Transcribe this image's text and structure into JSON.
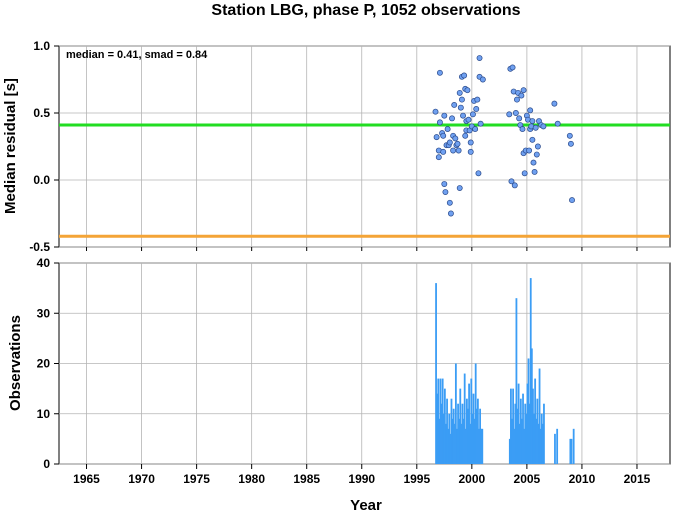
{
  "title": "Station LBG, phase P, 1052 observations",
  "colors": {
    "median": "#22dd22",
    "reference": "#f4a436",
    "points": "#6fa0f0",
    "bars": "#3b9df5"
  },
  "chart_data": [
    {
      "type": "scatter",
      "ylabel": "Median residual [s]",
      "annotation": "median = 0.41, smad = 0.84",
      "xlim": [
        1962.5,
        2018
      ],
      "ylim": [
        -0.5,
        1.0
      ],
      "yticks": [
        "1.0",
        "0.5",
        "0.0",
        "-0.5"
      ],
      "grid": true,
      "hlines": [
        {
          "y": 0.41,
          "color": "#22dd22"
        },
        {
          "y": -0.42,
          "color": "#f4a436"
        }
      ],
      "points": [
        [
          1996.7,
          0.51
        ],
        [
          1996.8,
          0.32
        ],
        [
          1997.0,
          0.22
        ],
        [
          1997.0,
          0.17
        ],
        [
          1997.1,
          0.8
        ],
        [
          1997.1,
          0.43
        ],
        [
          1997.3,
          0.35
        ],
        [
          1997.4,
          0.33
        ],
        [
          1997.4,
          0.21
        ],
        [
          1997.5,
          -0.03
        ],
        [
          1997.5,
          0.48
        ],
        [
          1997.6,
          -0.09
        ],
        [
          1997.7,
          0.26
        ],
        [
          1997.8,
          0.38
        ],
        [
          1997.9,
          0.26
        ],
        [
          1998.0,
          0.28
        ],
        [
          1998.0,
          -0.17
        ],
        [
          1998.1,
          -0.25
        ],
        [
          1998.2,
          0.46
        ],
        [
          1998.3,
          0.33
        ],
        [
          1998.3,
          0.22
        ],
        [
          1998.4,
          0.56
        ],
        [
          1998.5,
          0.31
        ],
        [
          1998.6,
          0.26
        ],
        [
          1998.7,
          0.27
        ],
        [
          1998.8,
          0.22
        ],
        [
          1998.9,
          -0.06
        ],
        [
          1998.9,
          0.65
        ],
        [
          1999.0,
          0.54
        ],
        [
          1999.1,
          0.6
        ],
        [
          1999.1,
          0.77
        ],
        [
          1999.2,
          0.48
        ],
        [
          1999.3,
          0.78
        ],
        [
          1999.4,
          0.33
        ],
        [
          1999.4,
          0.68
        ],
        [
          1999.5,
          0.44
        ],
        [
          1999.5,
          0.37
        ],
        [
          1999.6,
          0.67
        ],
        [
          1999.7,
          0.45
        ],
        [
          1999.8,
          0.37
        ],
        [
          1999.9,
          0.28
        ],
        [
          1999.9,
          0.21
        ],
        [
          2000.0,
          0.4
        ],
        [
          2000.1,
          0.49
        ],
        [
          2000.2,
          0.59
        ],
        [
          2000.3,
          0.38
        ],
        [
          2000.4,
          0.53
        ],
        [
          2000.5,
          0.6
        ],
        [
          2000.6,
          0.05
        ],
        [
          2000.7,
          0.77
        ],
        [
          2000.7,
          0.91
        ],
        [
          2000.8,
          0.42
        ],
        [
          2001.0,
          0.75
        ],
        [
          2003.4,
          0.49
        ],
        [
          2003.5,
          0.83
        ],
        [
          2003.6,
          -0.01
        ],
        [
          2003.7,
          0.84
        ],
        [
          2003.8,
          0.66
        ],
        [
          2003.9,
          -0.04
        ],
        [
          2004.0,
          0.5
        ],
        [
          2004.1,
          0.6
        ],
        [
          2004.2,
          0.65
        ],
        [
          2004.3,
          0.46
        ],
        [
          2004.4,
          0.41
        ],
        [
          2004.5,
          0.63
        ],
        [
          2004.6,
          0.38
        ],
        [
          2004.7,
          0.67
        ],
        [
          2004.7,
          0.2
        ],
        [
          2004.8,
          0.05
        ],
        [
          2004.9,
          0.22
        ],
        [
          2005.0,
          0.48
        ],
        [
          2005.1,
          0.45
        ],
        [
          2005.2,
          0.22
        ],
        [
          2005.3,
          0.38
        ],
        [
          2005.3,
          0.52
        ],
        [
          2005.4,
          0.4
        ],
        [
          2005.5,
          0.3
        ],
        [
          2005.5,
          0.44
        ],
        [
          2005.6,
          0.13
        ],
        [
          2005.7,
          0.06
        ],
        [
          2005.8,
          0.39
        ],
        [
          2005.9,
          0.19
        ],
        [
          2006.0,
          0.25
        ],
        [
          2006.1,
          0.44
        ],
        [
          2006.3,
          0.41
        ],
        [
          2006.5,
          0.4
        ],
        [
          2007.5,
          0.57
        ],
        [
          2007.8,
          0.42
        ],
        [
          2008.9,
          0.33
        ],
        [
          2009.0,
          0.27
        ],
        [
          2009.1,
          -0.15
        ]
      ]
    },
    {
      "type": "bar",
      "xlabel": "Year",
      "ylabel": "Observations",
      "xlim": [
        1962.5,
        2018
      ],
      "ylim": [
        0,
        40
      ],
      "xticks": [
        "1965",
        "1970",
        "1975",
        "1980",
        "1985",
        "1990",
        "1995",
        "2000",
        "2005",
        "2010",
        "2015"
      ],
      "yticks": [
        "40",
        "30",
        "20",
        "10",
        "0"
      ],
      "grid": true,
      "bars": [
        [
          1996.75,
          36
        ],
        [
          1996.85,
          14
        ],
        [
          1996.95,
          17
        ],
        [
          1997.05,
          9
        ],
        [
          1997.15,
          17
        ],
        [
          1997.25,
          12
        ],
        [
          1997.35,
          17
        ],
        [
          1997.45,
          10
        ],
        [
          1997.55,
          15
        ],
        [
          1997.65,
          8
        ],
        [
          1997.75,
          13
        ],
        [
          1997.85,
          7
        ],
        [
          1997.95,
          10
        ],
        [
          1998.05,
          6
        ],
        [
          1998.15,
          13
        ],
        [
          1998.25,
          9
        ],
        [
          1998.35,
          11
        ],
        [
          1998.45,
          8
        ],
        [
          1998.55,
          20
        ],
        [
          1998.65,
          7
        ],
        [
          1998.75,
          12
        ],
        [
          1998.85,
          9
        ],
        [
          1998.95,
          15
        ],
        [
          1999.05,
          8
        ],
        [
          1999.15,
          12
        ],
        [
          1999.25,
          9
        ],
        [
          1999.35,
          18
        ],
        [
          1999.45,
          7
        ],
        [
          1999.55,
          13
        ],
        [
          1999.65,
          11
        ],
        [
          1999.75,
          16
        ],
        [
          1999.85,
          8
        ],
        [
          1999.95,
          17
        ],
        [
          2000.05,
          10
        ],
        [
          2000.15,
          14
        ],
        [
          2000.25,
          9
        ],
        [
          2000.35,
          20
        ],
        [
          2000.45,
          11
        ],
        [
          2000.55,
          13
        ],
        [
          2000.65,
          7
        ],
        [
          2000.75,
          11
        ],
        [
          2000.85,
          7
        ],
        [
          2000.95,
          7
        ],
        [
          2003.45,
          5
        ],
        [
          2003.55,
          15
        ],
        [
          2003.65,
          9
        ],
        [
          2003.75,
          15
        ],
        [
          2003.85,
          7
        ],
        [
          2003.95,
          12
        ],
        [
          2004.05,
          33
        ],
        [
          2004.15,
          11
        ],
        [
          2004.25,
          16
        ],
        [
          2004.35,
          8
        ],
        [
          2004.45,
          13
        ],
        [
          2004.55,
          9
        ],
        [
          2004.65,
          14
        ],
        [
          2004.75,
          7
        ],
        [
          2004.85,
          12
        ],
        [
          2004.95,
          10
        ],
        [
          2005.05,
          16
        ],
        [
          2005.15,
          21
        ],
        [
          2005.25,
          12
        ],
        [
          2005.35,
          37
        ],
        [
          2005.45,
          23
        ],
        [
          2005.55,
          15
        ],
        [
          2005.65,
          10
        ],
        [
          2005.75,
          17
        ],
        [
          2005.85,
          9
        ],
        [
          2005.95,
          13
        ],
        [
          2006.05,
          8
        ],
        [
          2006.15,
          19
        ],
        [
          2006.25,
          7
        ],
        [
          2006.35,
          10
        ],
        [
          2006.45,
          8
        ],
        [
          2006.55,
          12
        ],
        [
          2007.55,
          6
        ],
        [
          2007.75,
          7
        ],
        [
          2008.95,
          5
        ],
        [
          2009.05,
          5
        ],
        [
          2009.25,
          7
        ]
      ]
    }
  ]
}
